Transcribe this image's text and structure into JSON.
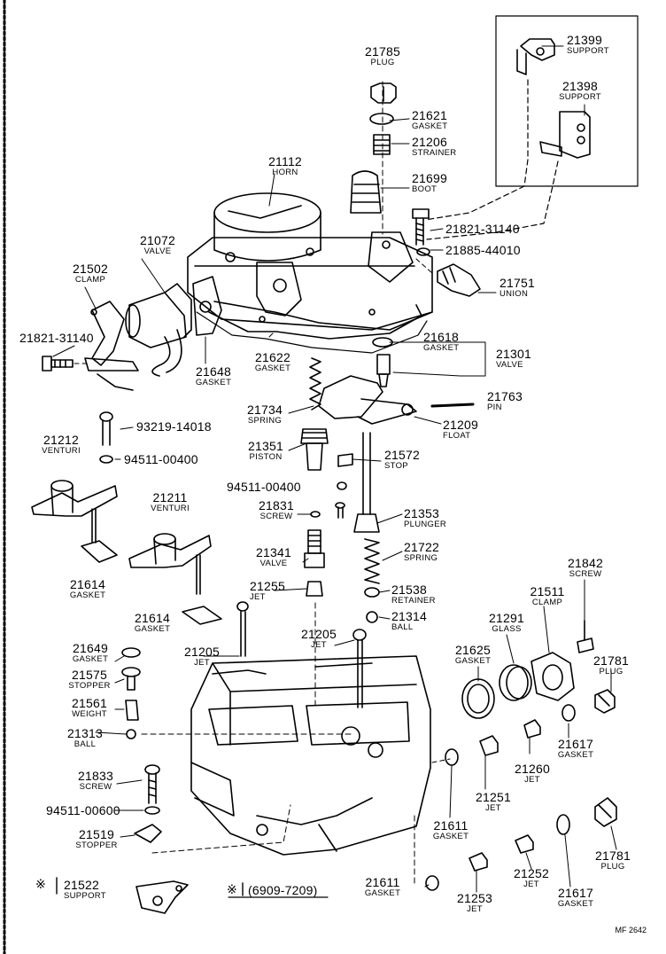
{
  "footer_code": "MF  2642",
  "legend": {
    "mark": "※",
    "range": "(6909-7209)"
  },
  "callouts": {
    "c21785": {
      "num": "21785",
      "name": "PLUG"
    },
    "c21399": {
      "num": "21399",
      "name": "SUPPORT"
    },
    "c21398": {
      "num": "21398",
      "name": "SUPPORT"
    },
    "c21621": {
      "num": "21621",
      "name": "GASKET"
    },
    "c21206": {
      "num": "21206",
      "name": "STRAINER"
    },
    "c21112": {
      "num": "21112",
      "name": "HORN"
    },
    "c21699": {
      "num": "21699",
      "name": "BOOT"
    },
    "c21821a": {
      "num": "21821-31140",
      "name": ""
    },
    "c21885": {
      "num": "21885-44010",
      "name": ""
    },
    "c21072": {
      "num": "21072",
      "name": "VALVE"
    },
    "c21502": {
      "num": "21502",
      "name": "CLAMP"
    },
    "c21751": {
      "num": "21751",
      "name": "UNION"
    },
    "c21821b": {
      "num": "21821-31140",
      "name": ""
    },
    "c21648": {
      "num": "21648",
      "name": "GASKET"
    },
    "c21622": {
      "num": "21622",
      "name": "GASKET"
    },
    "c21618": {
      "num": "21618",
      "name": "GASKET"
    },
    "c21301": {
      "num": "21301",
      "name": "VALVE"
    },
    "c21763": {
      "num": "21763",
      "name": "PIN"
    },
    "c21734": {
      "num": "21734",
      "name": "SPRING"
    },
    "c21209": {
      "num": "21209",
      "name": "FLOAT"
    },
    "c93219": {
      "num": "93219-14018",
      "name": ""
    },
    "c21212": {
      "num": "21212",
      "name": "VENTURI"
    },
    "c94511a": {
      "num": "94511-00400",
      "name": ""
    },
    "c21351": {
      "num": "21351",
      "name": "PISTON"
    },
    "c21572": {
      "num": "21572",
      "name": "STOP"
    },
    "c94511b": {
      "num": "94511-00400",
      "name": ""
    },
    "c21211": {
      "num": "21211",
      "name": "VENTURI"
    },
    "c21831": {
      "num": "21831",
      "name": "SCREW"
    },
    "c21353": {
      "num": "21353",
      "name": "PLUNGER"
    },
    "c21341": {
      "num": "21341",
      "name": "VALVE"
    },
    "c21722": {
      "num": "21722",
      "name": "SPRING"
    },
    "c21614a": {
      "num": "21614",
      "name": "GASKET"
    },
    "c21842": {
      "num": "21842",
      "name": "SCREW"
    },
    "c21511": {
      "num": "21511",
      "name": "CLAMP"
    },
    "c21255": {
      "num": "21255",
      "name": "JET"
    },
    "c21538": {
      "num": "21538",
      "name": "RETAINER"
    },
    "c21314": {
      "num": "21314",
      "name": "BALL"
    },
    "c21614b": {
      "num": "21614",
      "name": "GASKET"
    },
    "c21291": {
      "num": "21291",
      "name": "GLASS"
    },
    "c21205a": {
      "num": "21205",
      "name": "JET"
    },
    "c21205b": {
      "num": "21205",
      "name": "JET"
    },
    "c21625": {
      "num": "21625",
      "name": "GASKET"
    },
    "c21781a": {
      "num": "21781",
      "name": "PLUG"
    },
    "c21649": {
      "num": "21649",
      "name": "GASKET"
    },
    "c21575": {
      "num": "21575",
      "name": "STOPPER"
    },
    "c21561": {
      "num": "21561",
      "name": "WEIGHT"
    },
    "c21313": {
      "num": "21313",
      "name": "BALL"
    },
    "c21617a": {
      "num": "21617",
      "name": "GASKET"
    },
    "c21260": {
      "num": "21260",
      "name": "JET"
    },
    "c21833": {
      "num": "21833",
      "name": "SCREW"
    },
    "c94511c": {
      "num": "94511-00600",
      "name": ""
    },
    "c21251": {
      "num": "21251",
      "name": "JET"
    },
    "c21519": {
      "num": "21519",
      "name": "STOPPER"
    },
    "c21611a": {
      "num": "21611",
      "name": "GASKET"
    },
    "c21252": {
      "num": "21252",
      "name": "JET"
    },
    "c21781b": {
      "num": "21781",
      "name": "PLUG"
    },
    "c21522": {
      "num": "21522",
      "name": "SUPPORT"
    },
    "c21611b": {
      "num": "21611",
      "name": "GASKET"
    },
    "c21253": {
      "num": "21253",
      "name": "JET"
    },
    "c21617b": {
      "num": "21617",
      "name": "GASKET"
    }
  }
}
